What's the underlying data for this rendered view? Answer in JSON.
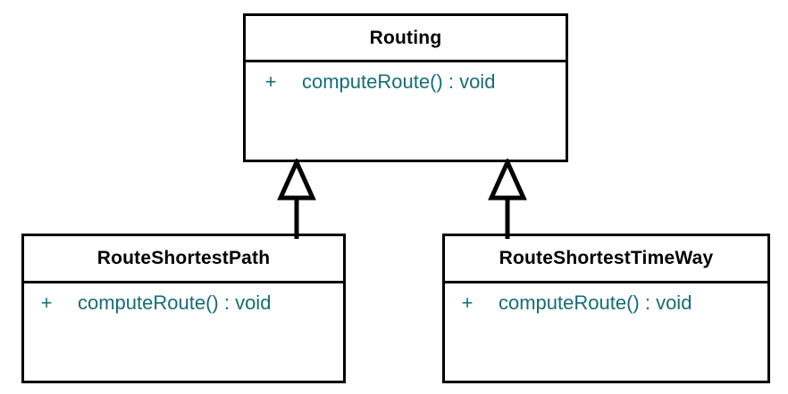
{
  "diagram": {
    "type": "uml-class-diagram",
    "background_color": "#ffffff",
    "line_color": "#000000",
    "class_name_color": "#000000",
    "member_text_color": "#1a6b73",
    "classes": [
      {
        "id": "routing",
        "name": "Routing",
        "role": "parent",
        "members": [
          {
            "visibility": "+",
            "signature": "computeRoute() : void"
          }
        ]
      },
      {
        "id": "route-shortest-path",
        "name": "RouteShortestPath",
        "role": "child",
        "members": [
          {
            "visibility": "+",
            "signature": "computeRoute() : void"
          }
        ]
      },
      {
        "id": "route-shortest-time-way",
        "name": "RouteShortestTimeWay",
        "role": "child",
        "members": [
          {
            "visibility": "+",
            "signature": "computeRoute() : void"
          }
        ]
      }
    ],
    "relationships": [
      {
        "id": "gen-left",
        "kind": "generalization",
        "from": "RouteShortestPath",
        "to": "Routing",
        "arrow": "hollow-triangle"
      },
      {
        "id": "gen-right",
        "kind": "generalization",
        "from": "RouteShortestTimeWay",
        "to": "Routing",
        "arrow": "hollow-triangle"
      }
    ]
  }
}
